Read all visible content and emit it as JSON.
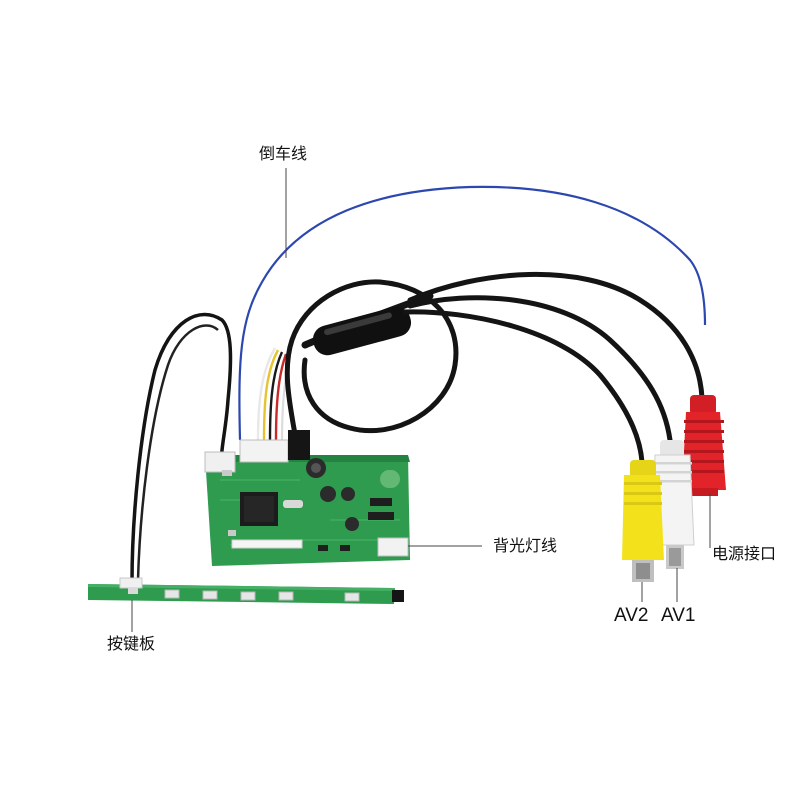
{
  "labels": {
    "reverse_wire": "倒车线",
    "backlight_wire": "背光灯线",
    "power_port": "电源接口",
    "av2": "AV2",
    "av1": "AV1",
    "keypad_board": "按键板"
  },
  "colors": {
    "background": "#ffffff",
    "pcb": "#2f9b4f",
    "pcb_dark": "#1f7a3b",
    "cable_black": "#141414",
    "wire_blue": "#2d47b0",
    "rca_yellow": "#f1e21a",
    "rca_white": "#f2f2f2",
    "rca_red": "#e2232a",
    "leader_line": "#444444"
  }
}
